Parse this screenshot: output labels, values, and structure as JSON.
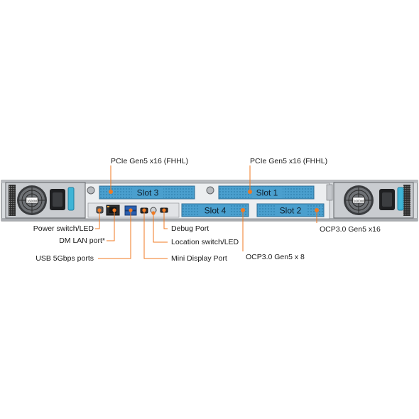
{
  "slots": {
    "slot3": "Slot 3",
    "slot1": "Slot 1",
    "slot4": "Slot 4",
    "slot2": "Slot 2"
  },
  "psu_badge": "1600W",
  "callouts": {
    "pcie_left": "PCIe Gen5 x16 (FHHL)",
    "pcie_right": "PCIe Gen5 x16 (FHHL)",
    "power_switch": "Power switch/LED",
    "dm_lan": "DM LAN port*",
    "usb": "USB 5Gbps ports",
    "debug": "Debug Port",
    "location": "Location switch/LED",
    "mini_dp": "Mini Display Port",
    "ocp_x8": "OCP3.0 Gen5 x 8",
    "ocp_x16": "OCP3.0 Gen5 x16"
  },
  "colors": {
    "slot_blue": "#4a9fce",
    "callout_orange": "#f07a22",
    "chassis": "#d9dcdf",
    "psu_latch": "#3fb4d6"
  }
}
